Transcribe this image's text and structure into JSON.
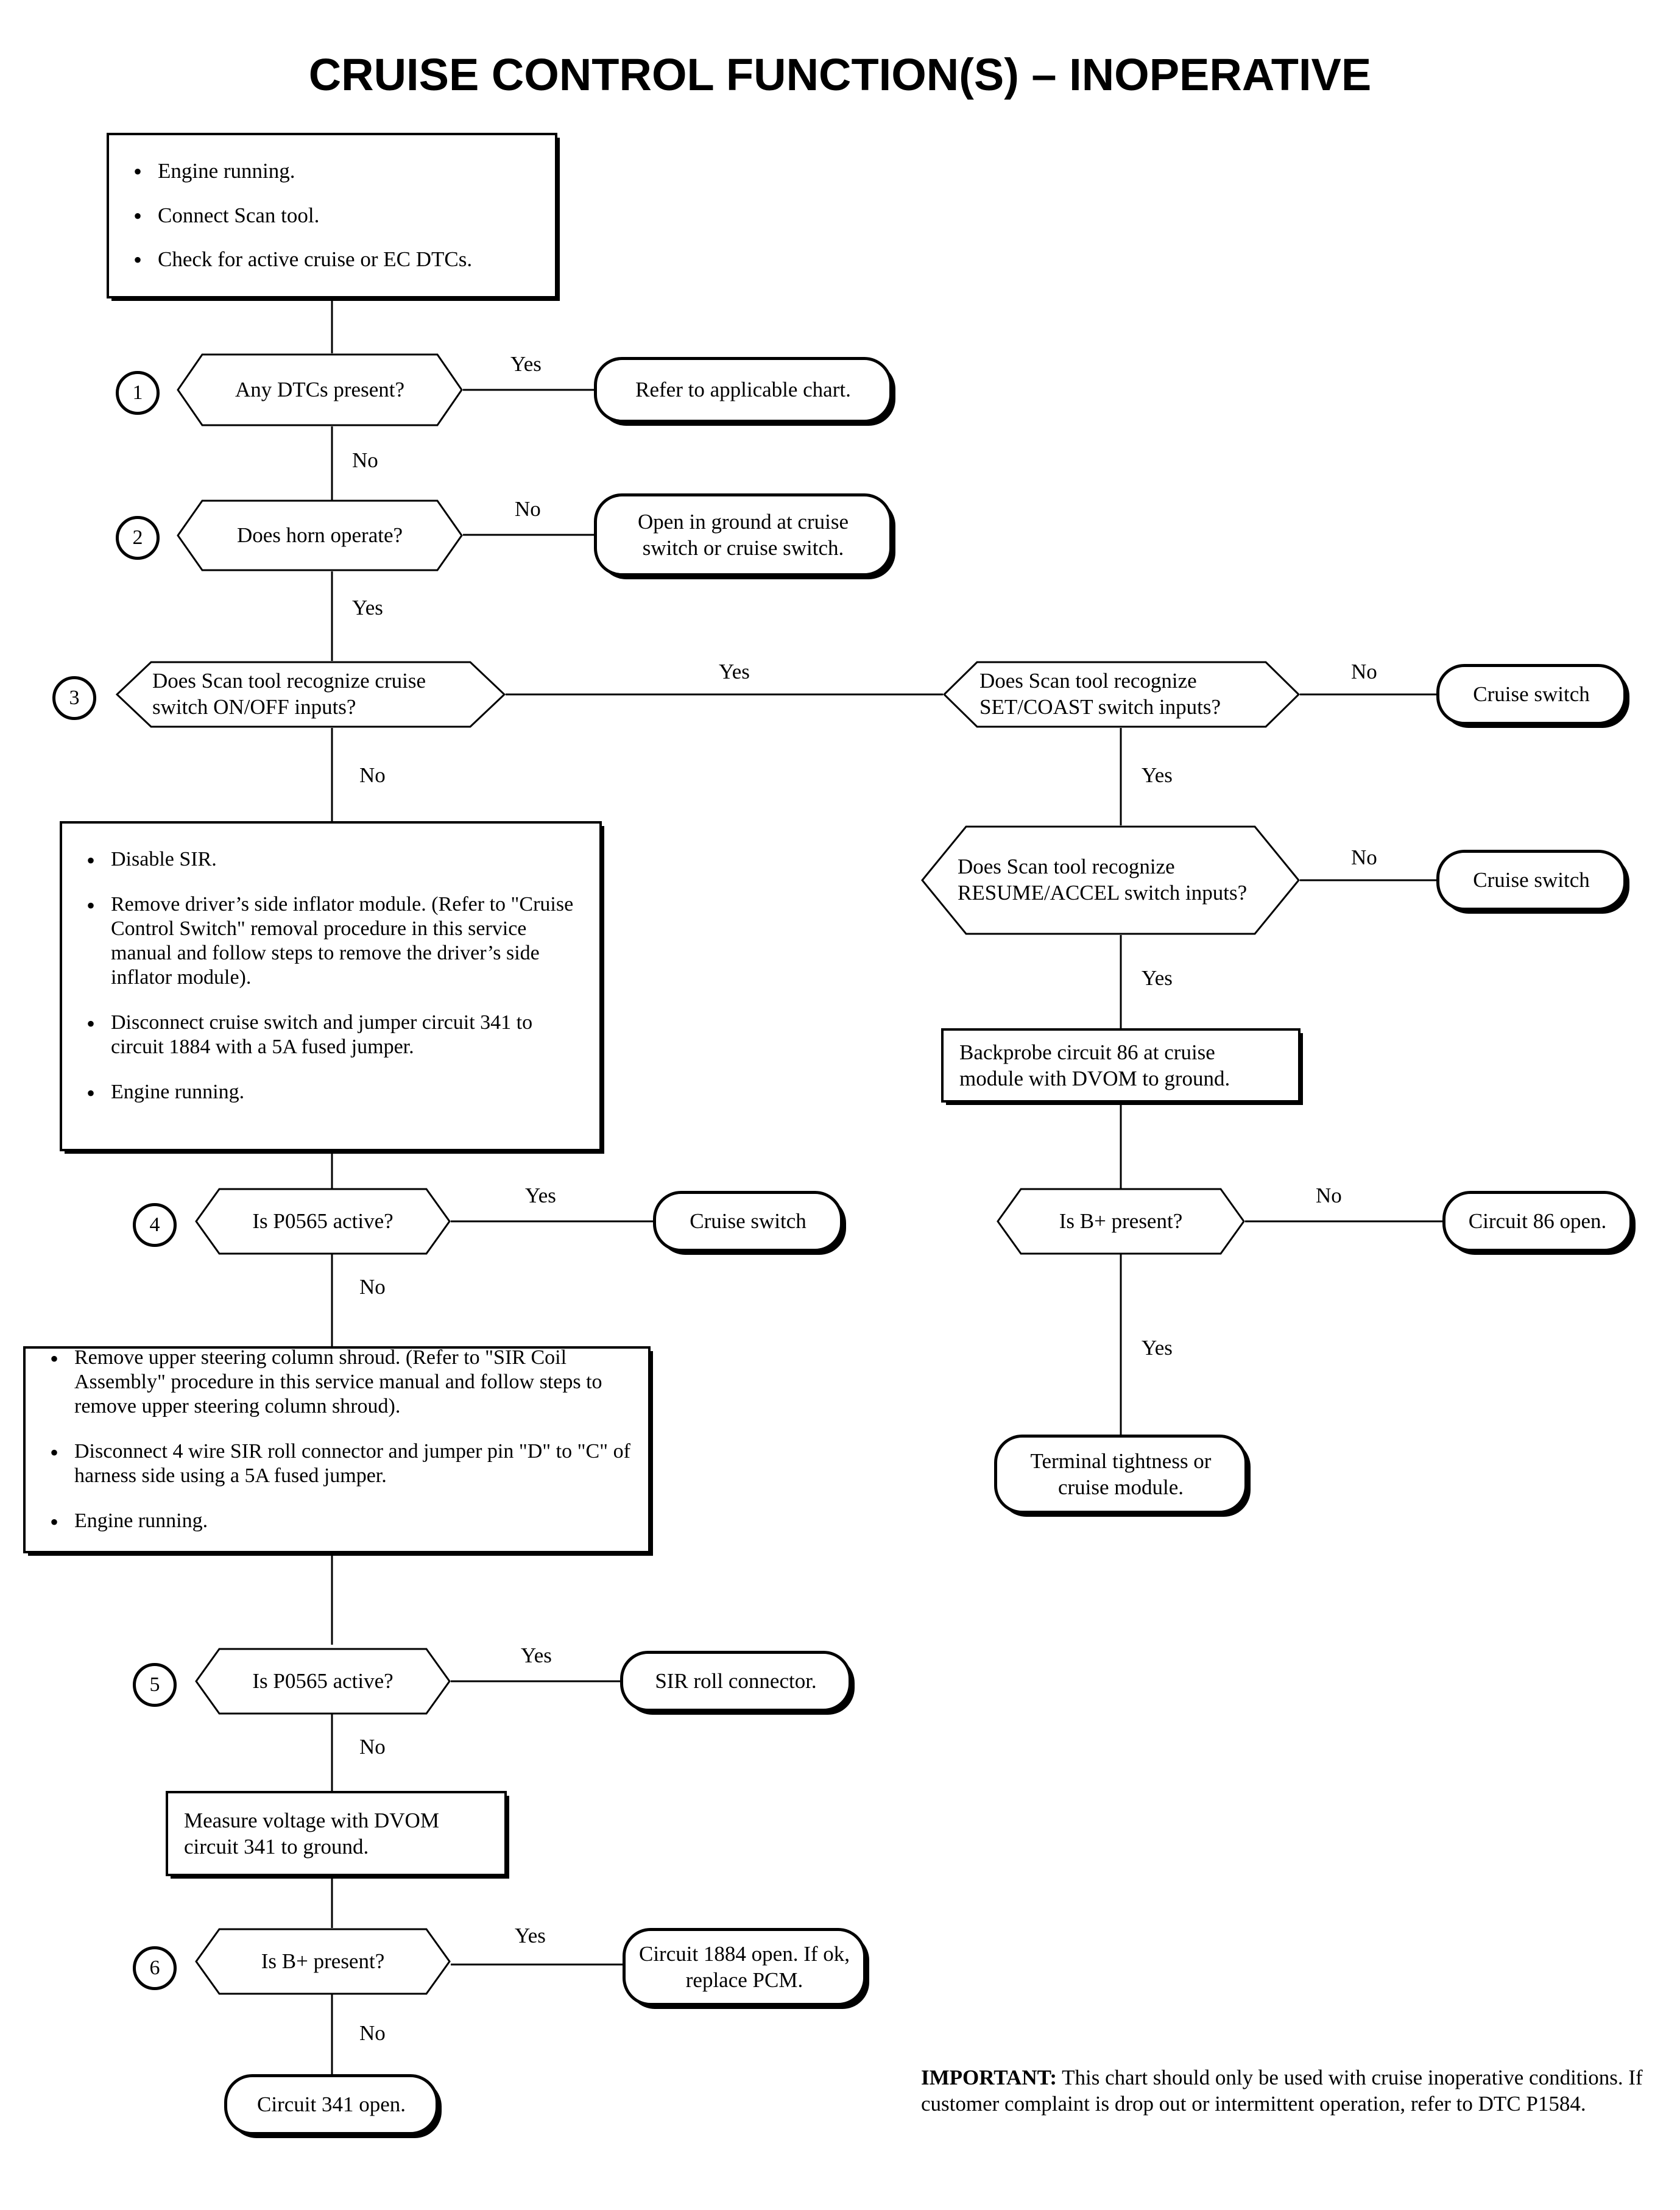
{
  "title": "CRUISE CONTROL FUNCTION(S) – INOPERATIVE",
  "intro_box": {
    "bullets": [
      "Engine running.",
      "Connect Scan tool.",
      "Check for active cruise or EC DTCs."
    ]
  },
  "steps": {
    "s1": "1",
    "s2": "2",
    "s3": "3",
    "s4": "4",
    "s5": "5",
    "s6": "6"
  },
  "decisions": {
    "d1": "Any DTCs present?",
    "d2": "Does horn operate?",
    "d3": "Does Scan tool recognize cruise switch ON/OFF inputs?",
    "d3b": "Does Scan tool recognize SET/COAST switch inputs?",
    "d3c": "Does Scan tool recognize RESUME/ACCEL switch inputs?",
    "d4": "Is P0565 active?",
    "d4r": "Is B+ present?",
    "d5": "Is P0565 active?",
    "d6": "Is B+ present?"
  },
  "terminators": {
    "t1": "Refer to applicable chart.",
    "t2": "Open in ground at cruise switch or cruise switch.",
    "t3b": "Cruise switch",
    "t3c": "Cruise switch",
    "t4": "Cruise switch",
    "t4r": "Circuit 86 open.",
    "t_terminal": "Terminal tightness or cruise module.",
    "t5": "SIR roll connector.",
    "t6": "Circuit 1884 open. If ok, replace PCM.",
    "t6b": "Circuit 341 open."
  },
  "processes": {
    "sir_box": {
      "bullets": [
        "Disable SIR.",
        "Remove driver’s side inflator module. (Refer to \"Cruise Control Switch\" removal procedure in this service manual and follow steps to remove the driver’s side inflator module).",
        "Disconnect cruise switch and jumper circuit 341 to circuit 1884 with a 5A fused jumper.",
        "Engine running."
      ]
    },
    "shroud_box": {
      "bullets": [
        "Remove upper steering column shroud. (Refer to \"SIR Coil Assembly\" procedure in this service manual and follow steps to remove upper steering column shroud).",
        "Disconnect 4 wire SIR roll connector and jumper pin \"D\" to \"C\" of harness side using a 5A fused jumper.",
        "Engine running."
      ]
    },
    "backprobe_box": "Backprobe circuit 86 at cruise module with DVOM to ground.",
    "measure_box": "Measure voltage with DVOM circuit 341 to ground."
  },
  "branch_labels": {
    "b1_yes": "Yes",
    "b1_no": "No",
    "b2_no": "No",
    "b2_yes": "Yes",
    "b3_yes": "Yes",
    "b3_no": "No",
    "b3b_no": "No",
    "b3b_yes": "Yes",
    "b3c_no": "No",
    "b3c_yes": "Yes",
    "b4_yes": "Yes",
    "b4_no": "No",
    "b4r_no": "No",
    "b4r_yes": "Yes",
    "b5_yes": "Yes",
    "b5_no": "No",
    "b6_yes": "Yes",
    "b6_no": "No"
  },
  "note": {
    "label": "IMPORTANT:",
    "text": " This chart should only be used with cruise inoperative conditions. If customer complaint is drop out or intermittent operation, refer to DTC P1584."
  },
  "colors": {
    "ink": "#000000",
    "paper": "#ffffff"
  }
}
